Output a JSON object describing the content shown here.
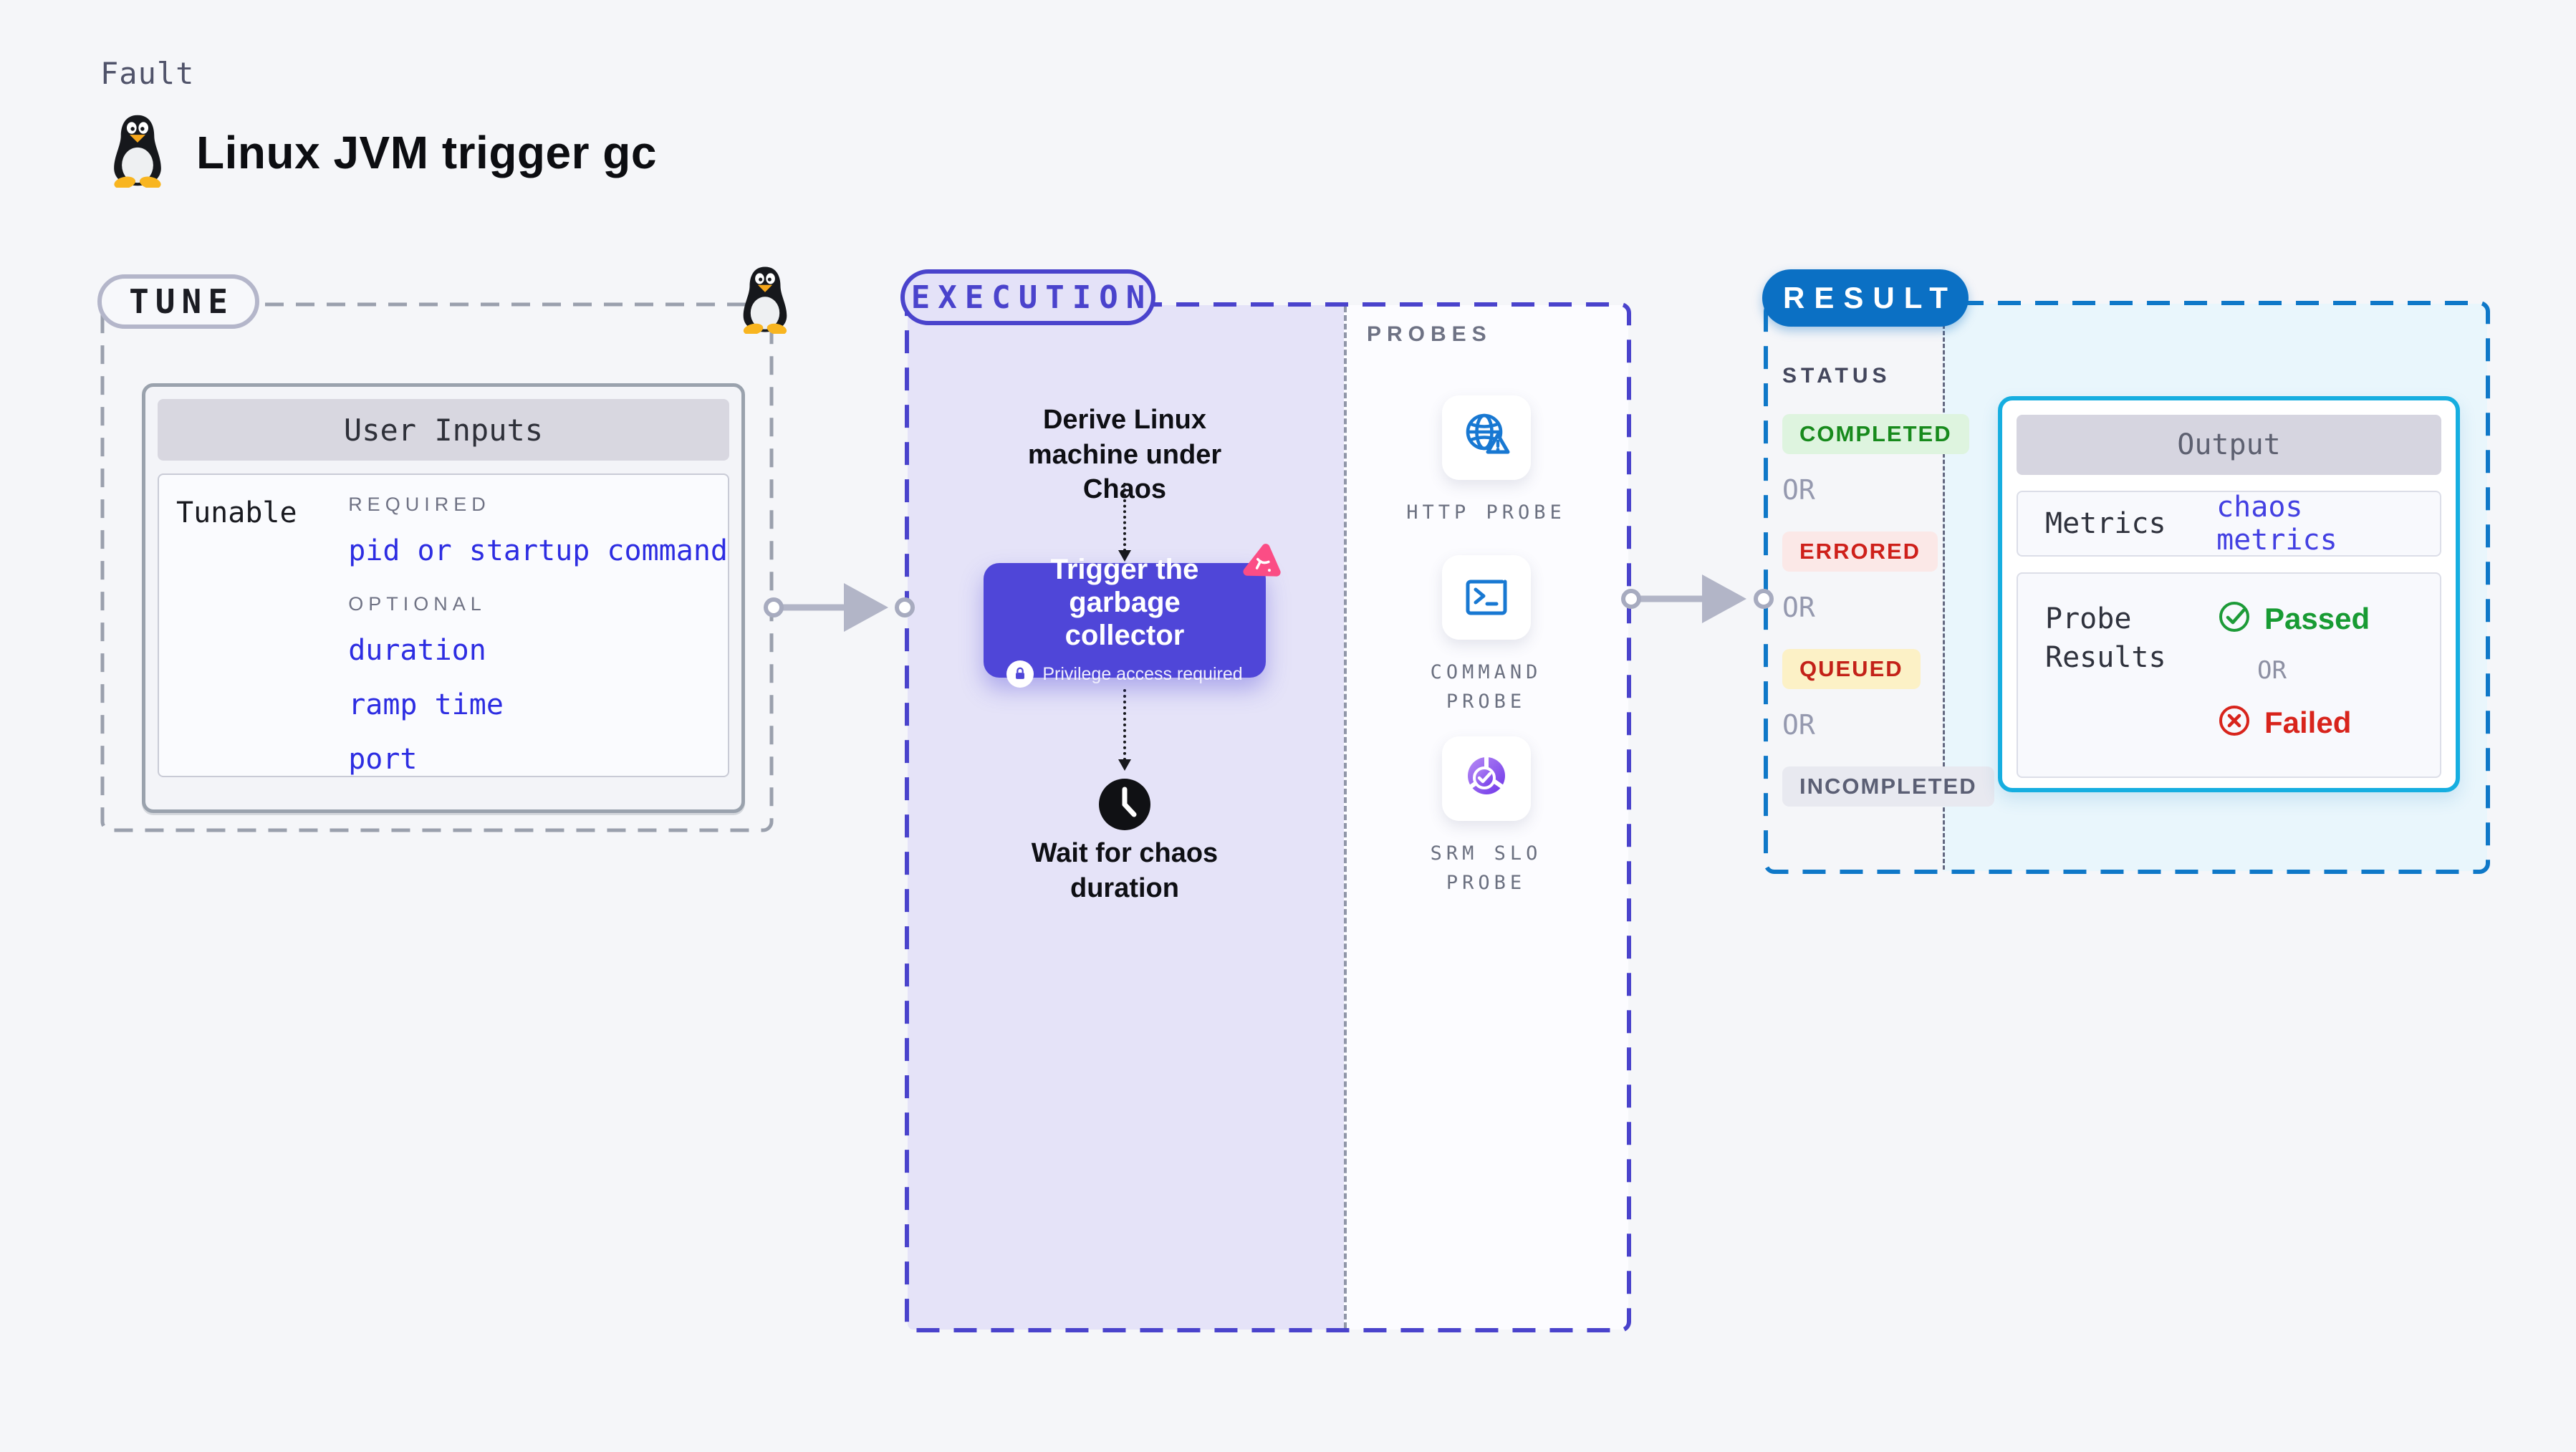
{
  "page": {
    "fault_label": "Fault",
    "title": "Linux JVM trigger gc"
  },
  "tune": {
    "badge": "TUNE",
    "card_title": "User Inputs",
    "row_label": "Tunable",
    "required_label": "REQUIRED",
    "required_items": [
      "pid or startup command"
    ],
    "optional_label": "OPTIONAL",
    "optional_items": [
      "duration",
      "ramp time",
      "port"
    ]
  },
  "execution": {
    "badge": "EXECUTION",
    "derive_text": "Derive Linux machine under Chaos",
    "node_title": "Trigger the garbage collector",
    "node_subtitle": "Privilege access required",
    "wait_text": "Wait for chaos duration"
  },
  "probes": {
    "section_label": "PROBES",
    "items": [
      {
        "label": "HTTP PROBE",
        "icon": "globe-alert-icon"
      },
      {
        "label": "COMMAND PROBE",
        "icon": "terminal-icon"
      },
      {
        "label": "SRM SLO PROBE",
        "icon": "slo-donut-icon"
      }
    ]
  },
  "result": {
    "badge": "RESULT",
    "status_label": "STATUS",
    "or_label": "OR",
    "statuses": [
      {
        "label": "COMPLETED",
        "fg": "#178a1c",
        "bg": "#def4df"
      },
      {
        "label": "ERRORED",
        "fg": "#ce201a",
        "bg": "#fbe8e7"
      },
      {
        "label": "QUEUED",
        "fg": "#c32118",
        "bg": "#fcf1c6"
      },
      {
        "label": "INCOMPLETED",
        "fg": "#5b5f74",
        "bg": "#e8e9f0"
      }
    ],
    "output": {
      "title": "Output",
      "metrics_label": "Metrics",
      "metrics_value": "chaos metrics",
      "probe_results_label": "Probe Results",
      "passed_label": "Passed",
      "or_label": "OR",
      "failed_label": "Failed"
    }
  },
  "colors": {
    "page_bg": "#f5f6f9",
    "tune_border": "#9aa0ad",
    "execution_accent": "#4a43cc",
    "execution_fill": "#e5e3f8",
    "node_bg": "#4f46d8",
    "node_logo_pink": "#fb4d85",
    "probe_icon_blue": "#1878d2",
    "slo_purple": "#7a3df0",
    "result_accent": "#0b70c4",
    "output_border": "#16aee0",
    "link_blue": "#2d2de2",
    "passed_green": "#189b33",
    "failed_red": "#d8241c"
  }
}
